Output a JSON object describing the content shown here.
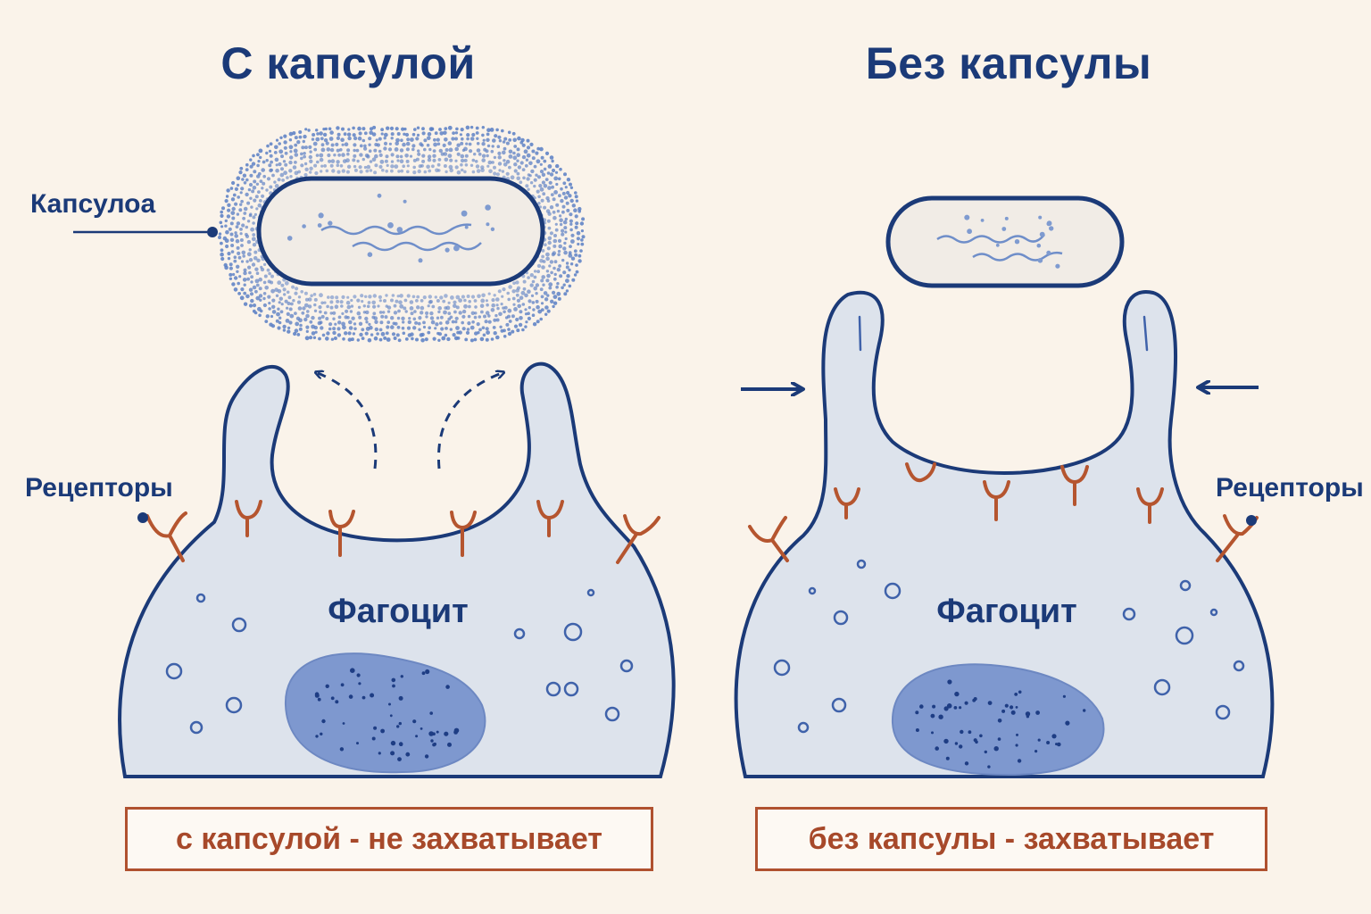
{
  "panels": {
    "left": {
      "title": "С капсулой",
      "capsule_label": "Капсулоа",
      "receptor_label": "Рецепторы",
      "cell_label": "Фагоцит",
      "result": "с капсулой - не захватывает"
    },
    "right": {
      "title": "Без капсулы",
      "receptor_label": "Рецепторы",
      "cell_label": "Фагоцит",
      "result": "без капсулы - захватывает"
    }
  },
  "colors": {
    "navy": "#1b3a78",
    "cell_fill": "#dde3ec",
    "nucleus": "#7e98cf",
    "receptor": "#b5552f",
    "capsule_dots": "#5b7fc4",
    "background": "#faf3ea"
  }
}
